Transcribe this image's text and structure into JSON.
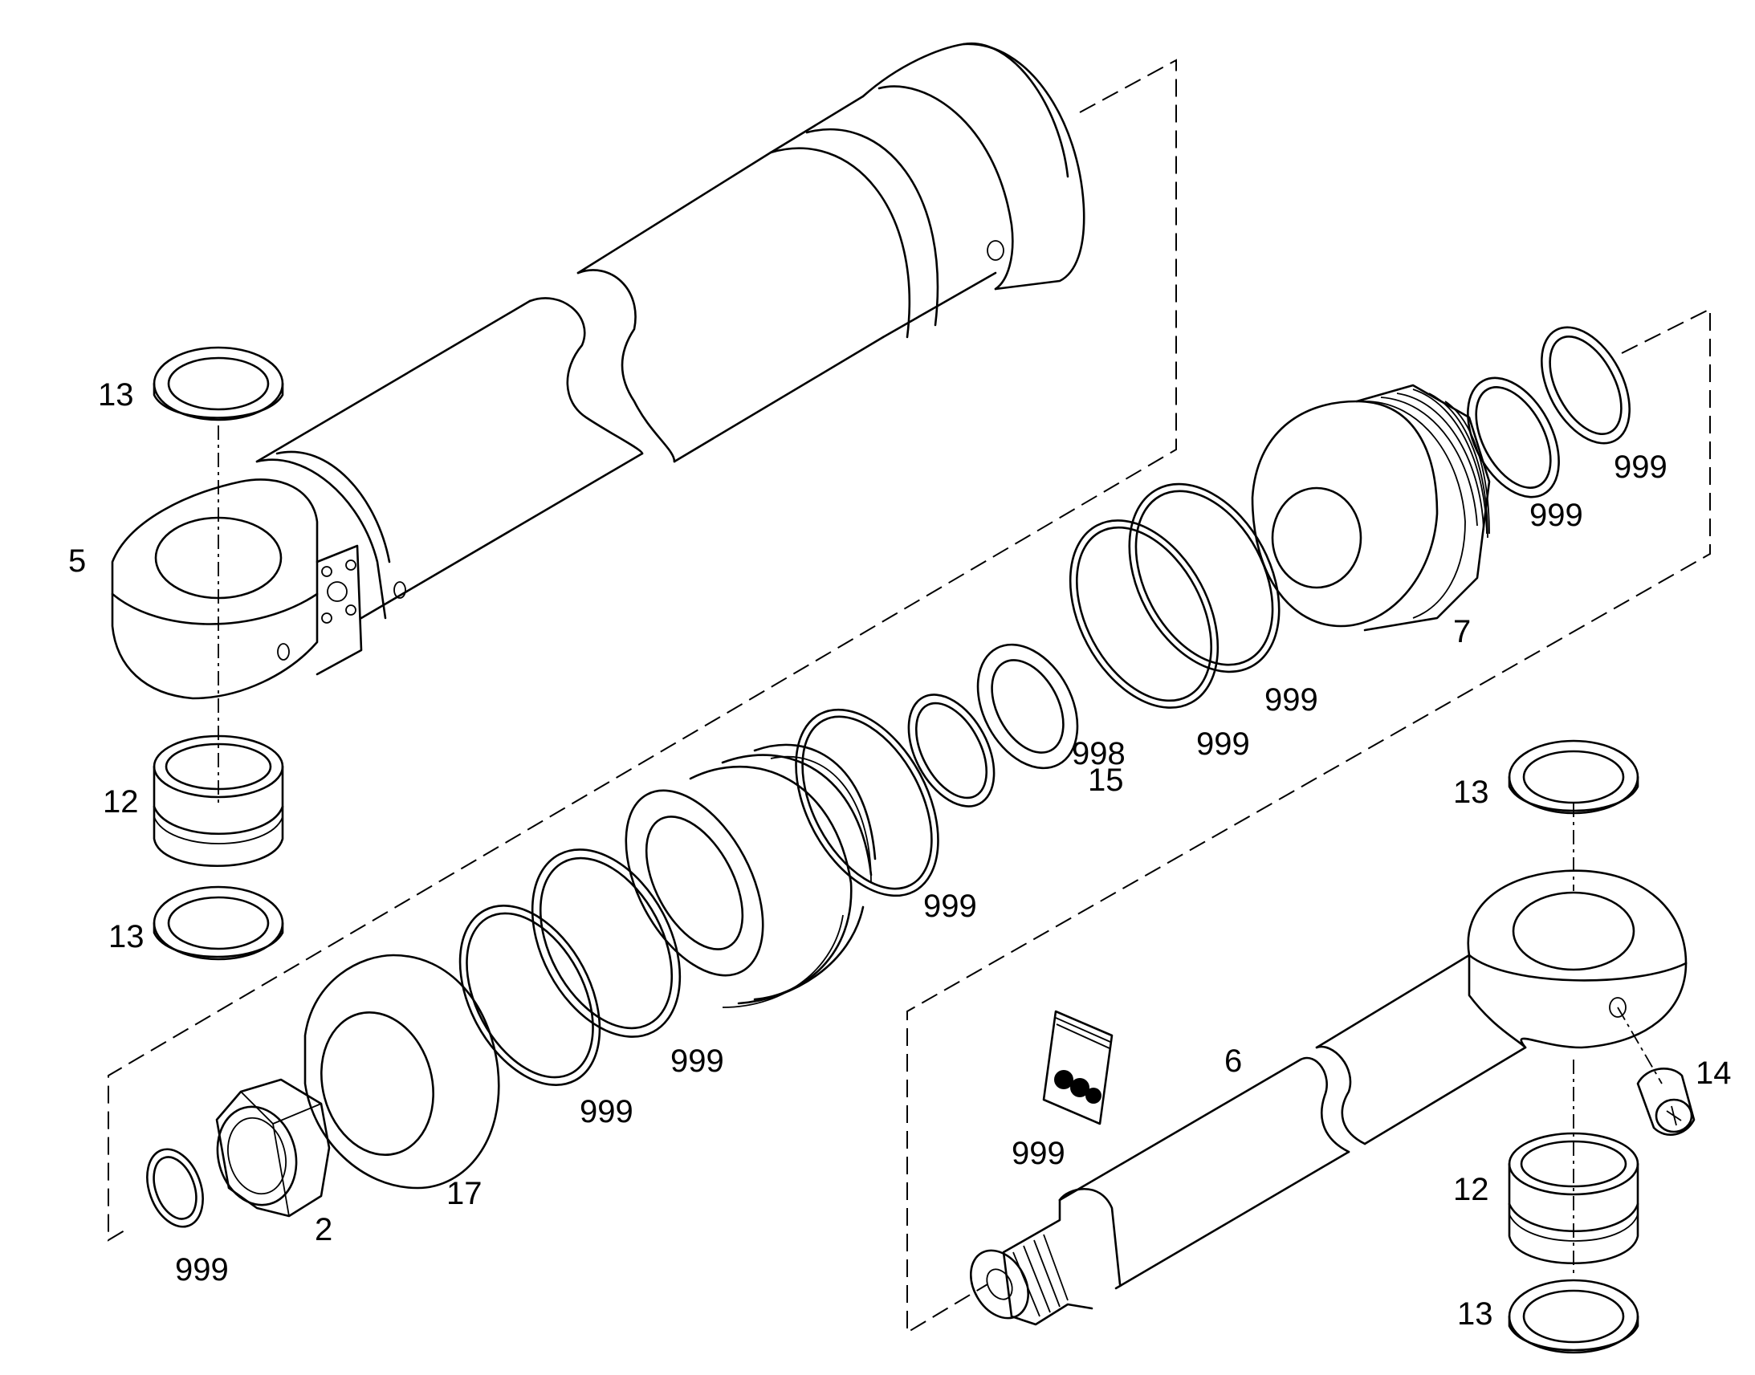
{
  "callouts": {
    "c5": "5",
    "c13_tl": "13",
    "c12_l": "12",
    "c13_l": "13",
    "c7": "7",
    "c999_r1": "999",
    "c999_r2": "999",
    "c999_m1": "999",
    "c999_m2": "999",
    "c998": "998",
    "c15": "15",
    "c999_m3": "999",
    "c999_b1": "999",
    "c999_b2": "999",
    "c17": "17",
    "c2": "2",
    "c999_nut": "999",
    "c13_tr": "13",
    "c14": "14",
    "c6": "6",
    "c999_kit": "999",
    "c12_r": "12",
    "c13_br": "13"
  }
}
